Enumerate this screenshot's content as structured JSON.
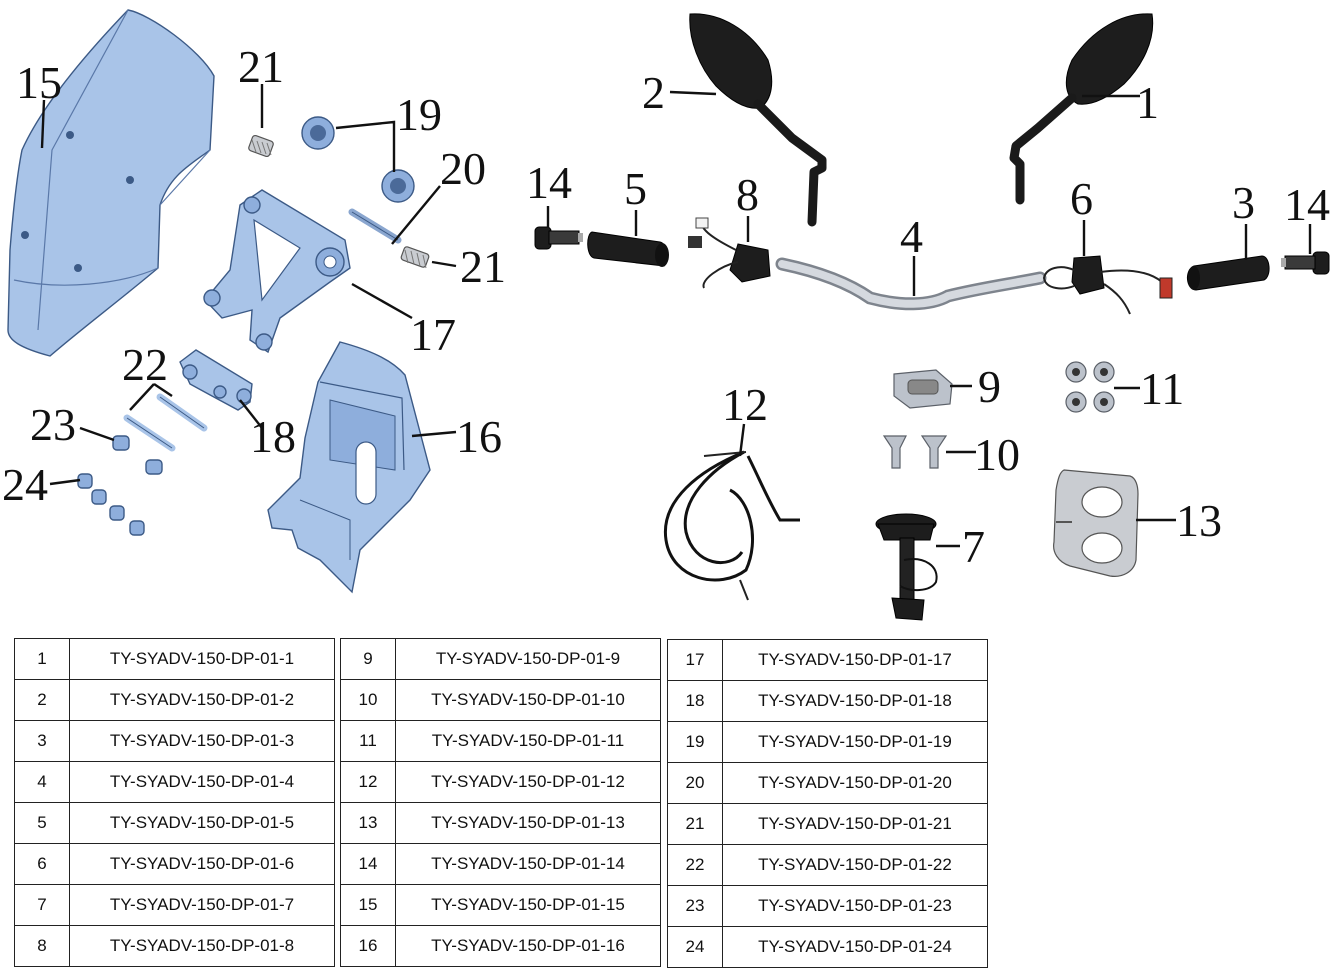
{
  "callouts": [
    {
      "id": "15",
      "text": "15"
    },
    {
      "id": "21a",
      "text": "21"
    },
    {
      "id": "19",
      "text": "19"
    },
    {
      "id": "20",
      "text": "20"
    },
    {
      "id": "21b",
      "text": "21"
    },
    {
      "id": "17",
      "text": "17"
    },
    {
      "id": "22",
      "text": "22"
    },
    {
      "id": "23",
      "text": "23"
    },
    {
      "id": "18",
      "text": "18"
    },
    {
      "id": "24",
      "text": "24"
    },
    {
      "id": "16",
      "text": "16"
    },
    {
      "id": "2",
      "text": "2"
    },
    {
      "id": "1",
      "text": "1"
    },
    {
      "id": "14a",
      "text": "14"
    },
    {
      "id": "5",
      "text": "5"
    },
    {
      "id": "8",
      "text": "8"
    },
    {
      "id": "4",
      "text": "4"
    },
    {
      "id": "6",
      "text": "6"
    },
    {
      "id": "3",
      "text": "3"
    },
    {
      "id": "14b",
      "text": "14"
    },
    {
      "id": "9",
      "text": "9"
    },
    {
      "id": "11",
      "text": "11"
    },
    {
      "id": "12",
      "text": "12"
    },
    {
      "id": "10",
      "text": "10"
    },
    {
      "id": "13",
      "text": "13"
    },
    {
      "id": "7",
      "text": "7"
    }
  ],
  "parts_tables": [
    {
      "rows": [
        {
          "no": "1",
          "code": "TY-SYADV-150-DP-01-1"
        },
        {
          "no": "2",
          "code": "TY-SYADV-150-DP-01-2"
        },
        {
          "no": "3",
          "code": "TY-SYADV-150-DP-01-3"
        },
        {
          "no": "4",
          "code": "TY-SYADV-150-DP-01-4"
        },
        {
          "no": "5",
          "code": "TY-SYADV-150-DP-01-5"
        },
        {
          "no": "6",
          "code": "TY-SYADV-150-DP-01-6"
        },
        {
          "no": "7",
          "code": "TY-SYADV-150-DP-01-7"
        },
        {
          "no": "8",
          "code": "TY-SYADV-150-DP-01-8"
        }
      ]
    },
    {
      "rows": [
        {
          "no": "9",
          "code": "TY-SYADV-150-DP-01-9"
        },
        {
          "no": "10",
          "code": "TY-SYADV-150-DP-01-10"
        },
        {
          "no": "11",
          "code": "TY-SYADV-150-DP-01-11"
        },
        {
          "no": "12",
          "code": "TY-SYADV-150-DP-01-12"
        },
        {
          "no": "13",
          "code": "TY-SYADV-150-DP-01-13"
        },
        {
          "no": "14",
          "code": "TY-SYADV-150-DP-01-14"
        },
        {
          "no": "15",
          "code": "TY-SYADV-150-DP-01-15"
        },
        {
          "no": "16",
          "code": "TY-SYADV-150-DP-01-16"
        }
      ]
    },
    {
      "rows": [
        {
          "no": "17",
          "code": "TY-SYADV-150-DP-01-17"
        },
        {
          "no": "18",
          "code": "TY-SYADV-150-DP-01-18"
        },
        {
          "no": "19",
          "code": "TY-SYADV-150-DP-01-19"
        },
        {
          "no": "20",
          "code": "TY-SYADV-150-DP-01-20"
        },
        {
          "no": "21",
          "code": "TY-SYADV-150-DP-01-21"
        },
        {
          "no": "22",
          "code": "TY-SYADV-150-DP-01-22"
        },
        {
          "no": "23",
          "code": "TY-SYADV-150-DP-01-23"
        },
        {
          "no": "24",
          "code": "TY-SYADV-150-DP-01-24"
        }
      ]
    }
  ]
}
